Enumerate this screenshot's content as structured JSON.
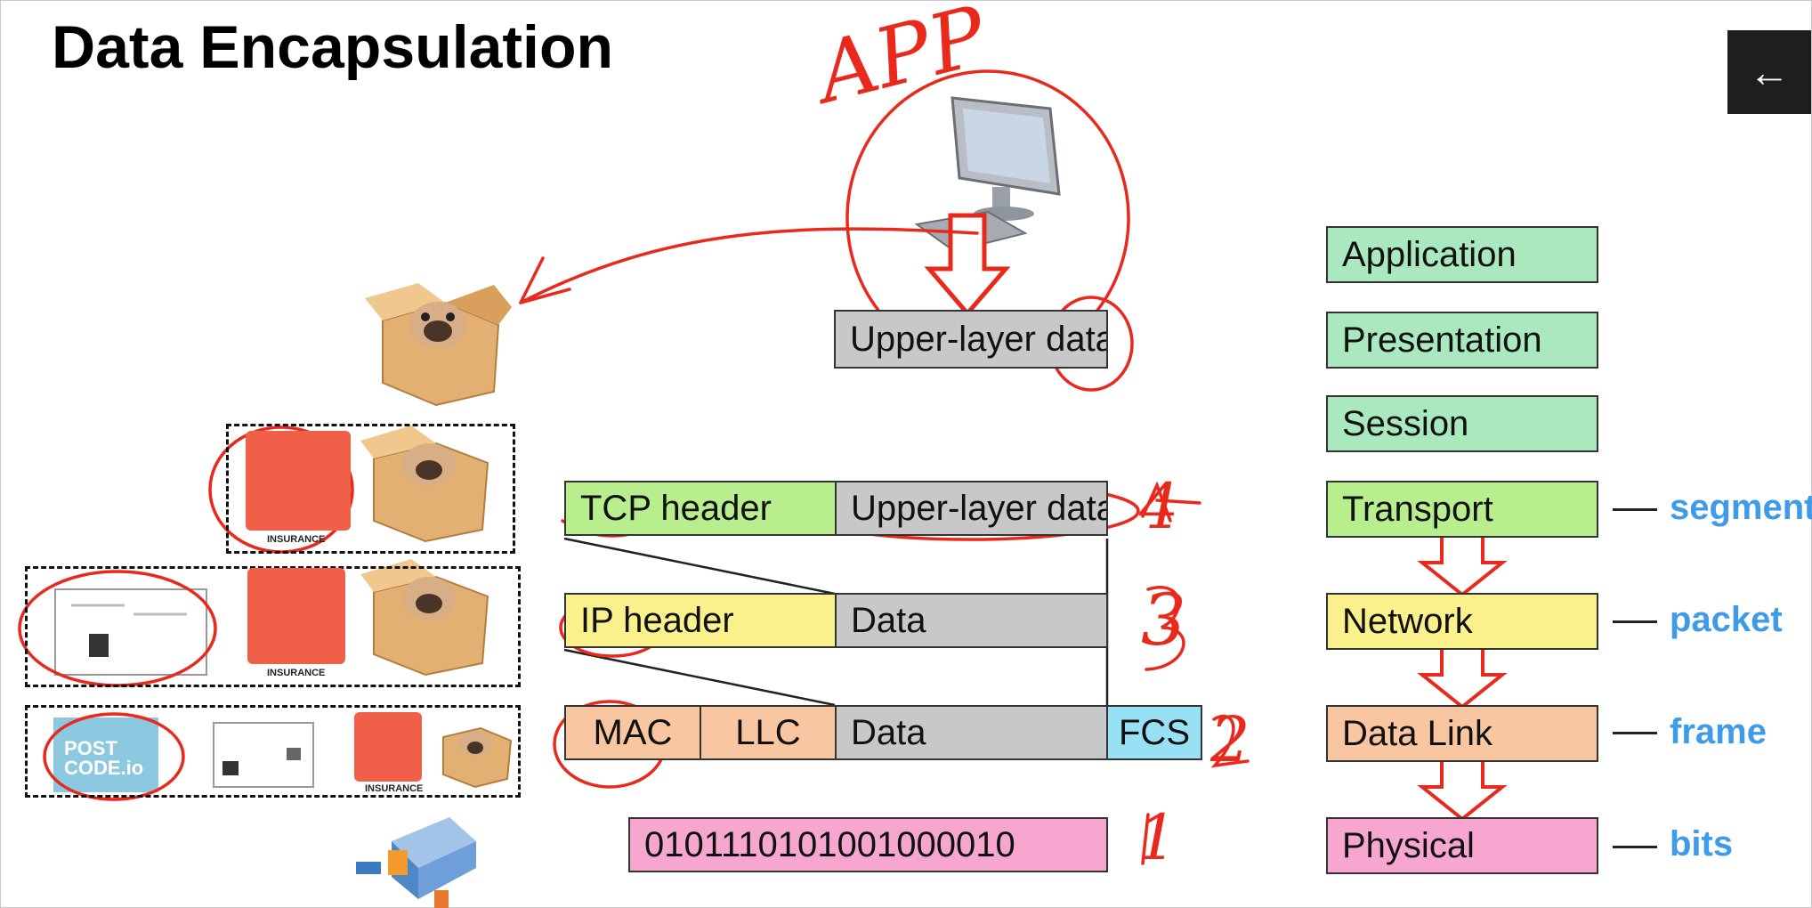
{
  "title": "Data Encapsulation",
  "back_icon": "←",
  "handwriting": {
    "app": "APP",
    "n4": "4",
    "n3": "3",
    "n2": "2",
    "n1": "1"
  },
  "pdus": {
    "upper": "Upper-layer data",
    "tcp_header": "TCP header",
    "tcp_data": "Upper-layer data",
    "ip_header": "IP header",
    "ip_data": "Data",
    "mac": "MAC",
    "llc": "LLC",
    "frame_data": "Data",
    "fcs": "FCS",
    "bits": "0101110101001000010"
  },
  "osi_layers": [
    {
      "name": "Application",
      "color": "#a9e9bd"
    },
    {
      "name": "Presentation",
      "color": "#a9e9bd"
    },
    {
      "name": "Session",
      "color": "#a9e9bd"
    },
    {
      "name": "Transport",
      "color": "#b9ee8e"
    },
    {
      "name": "Network",
      "color": "#faf08c"
    },
    {
      "name": "Data Link",
      "color": "#f8c6a0"
    },
    {
      "name": "Physical",
      "color": "#f7a6cf"
    }
  ],
  "pdu_labels": {
    "segment": "segment",
    "packet": "packet",
    "frame": "frame",
    "bits": "bits"
  },
  "illustration": {
    "insurance_label": "INSURANCE",
    "postcode_label": "POST CODE.io"
  },
  "colors": {
    "annotation_red": "#e8291c",
    "pdu_blue": "#3d9bea",
    "gray_data": "#c8c8c8",
    "fcs_blue": "#98e1f4"
  }
}
